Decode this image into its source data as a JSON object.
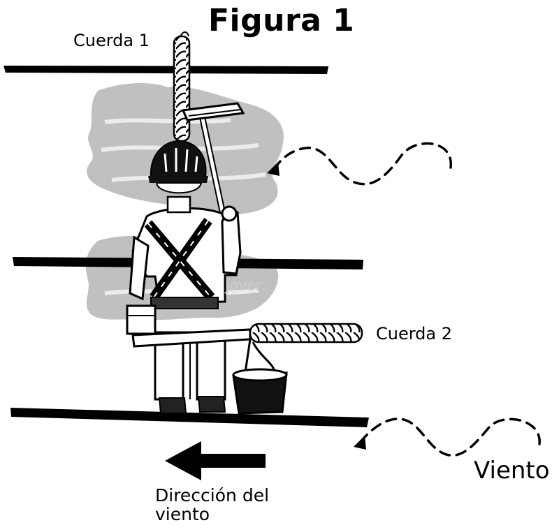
{
  "figure": {
    "title": "Figura 1",
    "rope_1_label": "Cuerda 1",
    "rope_2_label": "Cuerda 2",
    "wind_label": "Viento",
    "wind_direction_label": "Dirección del viento",
    "watermark": "jover."
  },
  "icons": {
    "worker": "window-cleaner-worker-icon",
    "helmet": "hard-hat-icon",
    "squeegee": "squeegee-icon",
    "bucket": "bucket-icon",
    "arrow": "left-arrow-icon",
    "wind": "wind-gust-icon"
  },
  "colors": {
    "ink": "#000000",
    "smudge": "#b5b5b5",
    "background": "#ffffff"
  }
}
